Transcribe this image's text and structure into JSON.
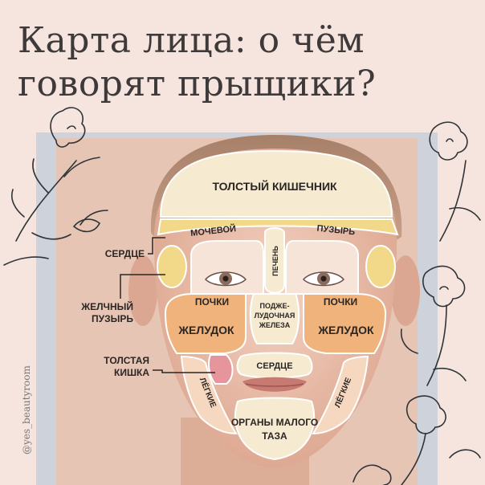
{
  "title": {
    "line1": "Карта лица: о чём",
    "line2": "говорят прыщики?"
  },
  "handle": "@yes_beautyroom",
  "zones": {
    "large_intestine": "ТОЛСТЫЙ КИШЕЧНИК",
    "bladder_left": "МОЧЕВОЙ",
    "bladder_right": "ПУЗЫРЬ",
    "liver": "ПЕЧЕНЬ",
    "kidneys_left": "ПОЧКИ",
    "kidneys_right": "ПОЧКИ",
    "pancreas_1": "ПОДЖЕ-",
    "pancreas_2": "ЛУДОЧНАЯ",
    "pancreas_3": "ЖЕЛЕЗА",
    "stomach_left": "ЖЕЛУДОК",
    "stomach_right": "ЖЕЛУДОК",
    "heart_lip": "СЕРДЦЕ",
    "lungs_left": "ЛЁГКИЕ",
    "lungs_right": "ЛЁГКИЕ",
    "pelvic_1": "ОРГАНЫ МАЛОГО",
    "pelvic_2": "ТАЗА"
  },
  "callouts": {
    "heart": "СЕРДЦЕ",
    "gallbladder_1": "ЖЕЛЧНЫЙ",
    "gallbladder_2": "ПУЗЫРЬ",
    "colon_1": "ТОЛСТАЯ",
    "colon_2": "КИШКА"
  },
  "colors": {
    "background": "#f6e4df",
    "zone_cream": "#f6ead0",
    "zone_yellow": "#f2d98a",
    "zone_orange": "#f0b37c",
    "zone_pink": "#e7959c",
    "zone_peach": "#f6d7c0",
    "line_art": "#2f3436"
  }
}
